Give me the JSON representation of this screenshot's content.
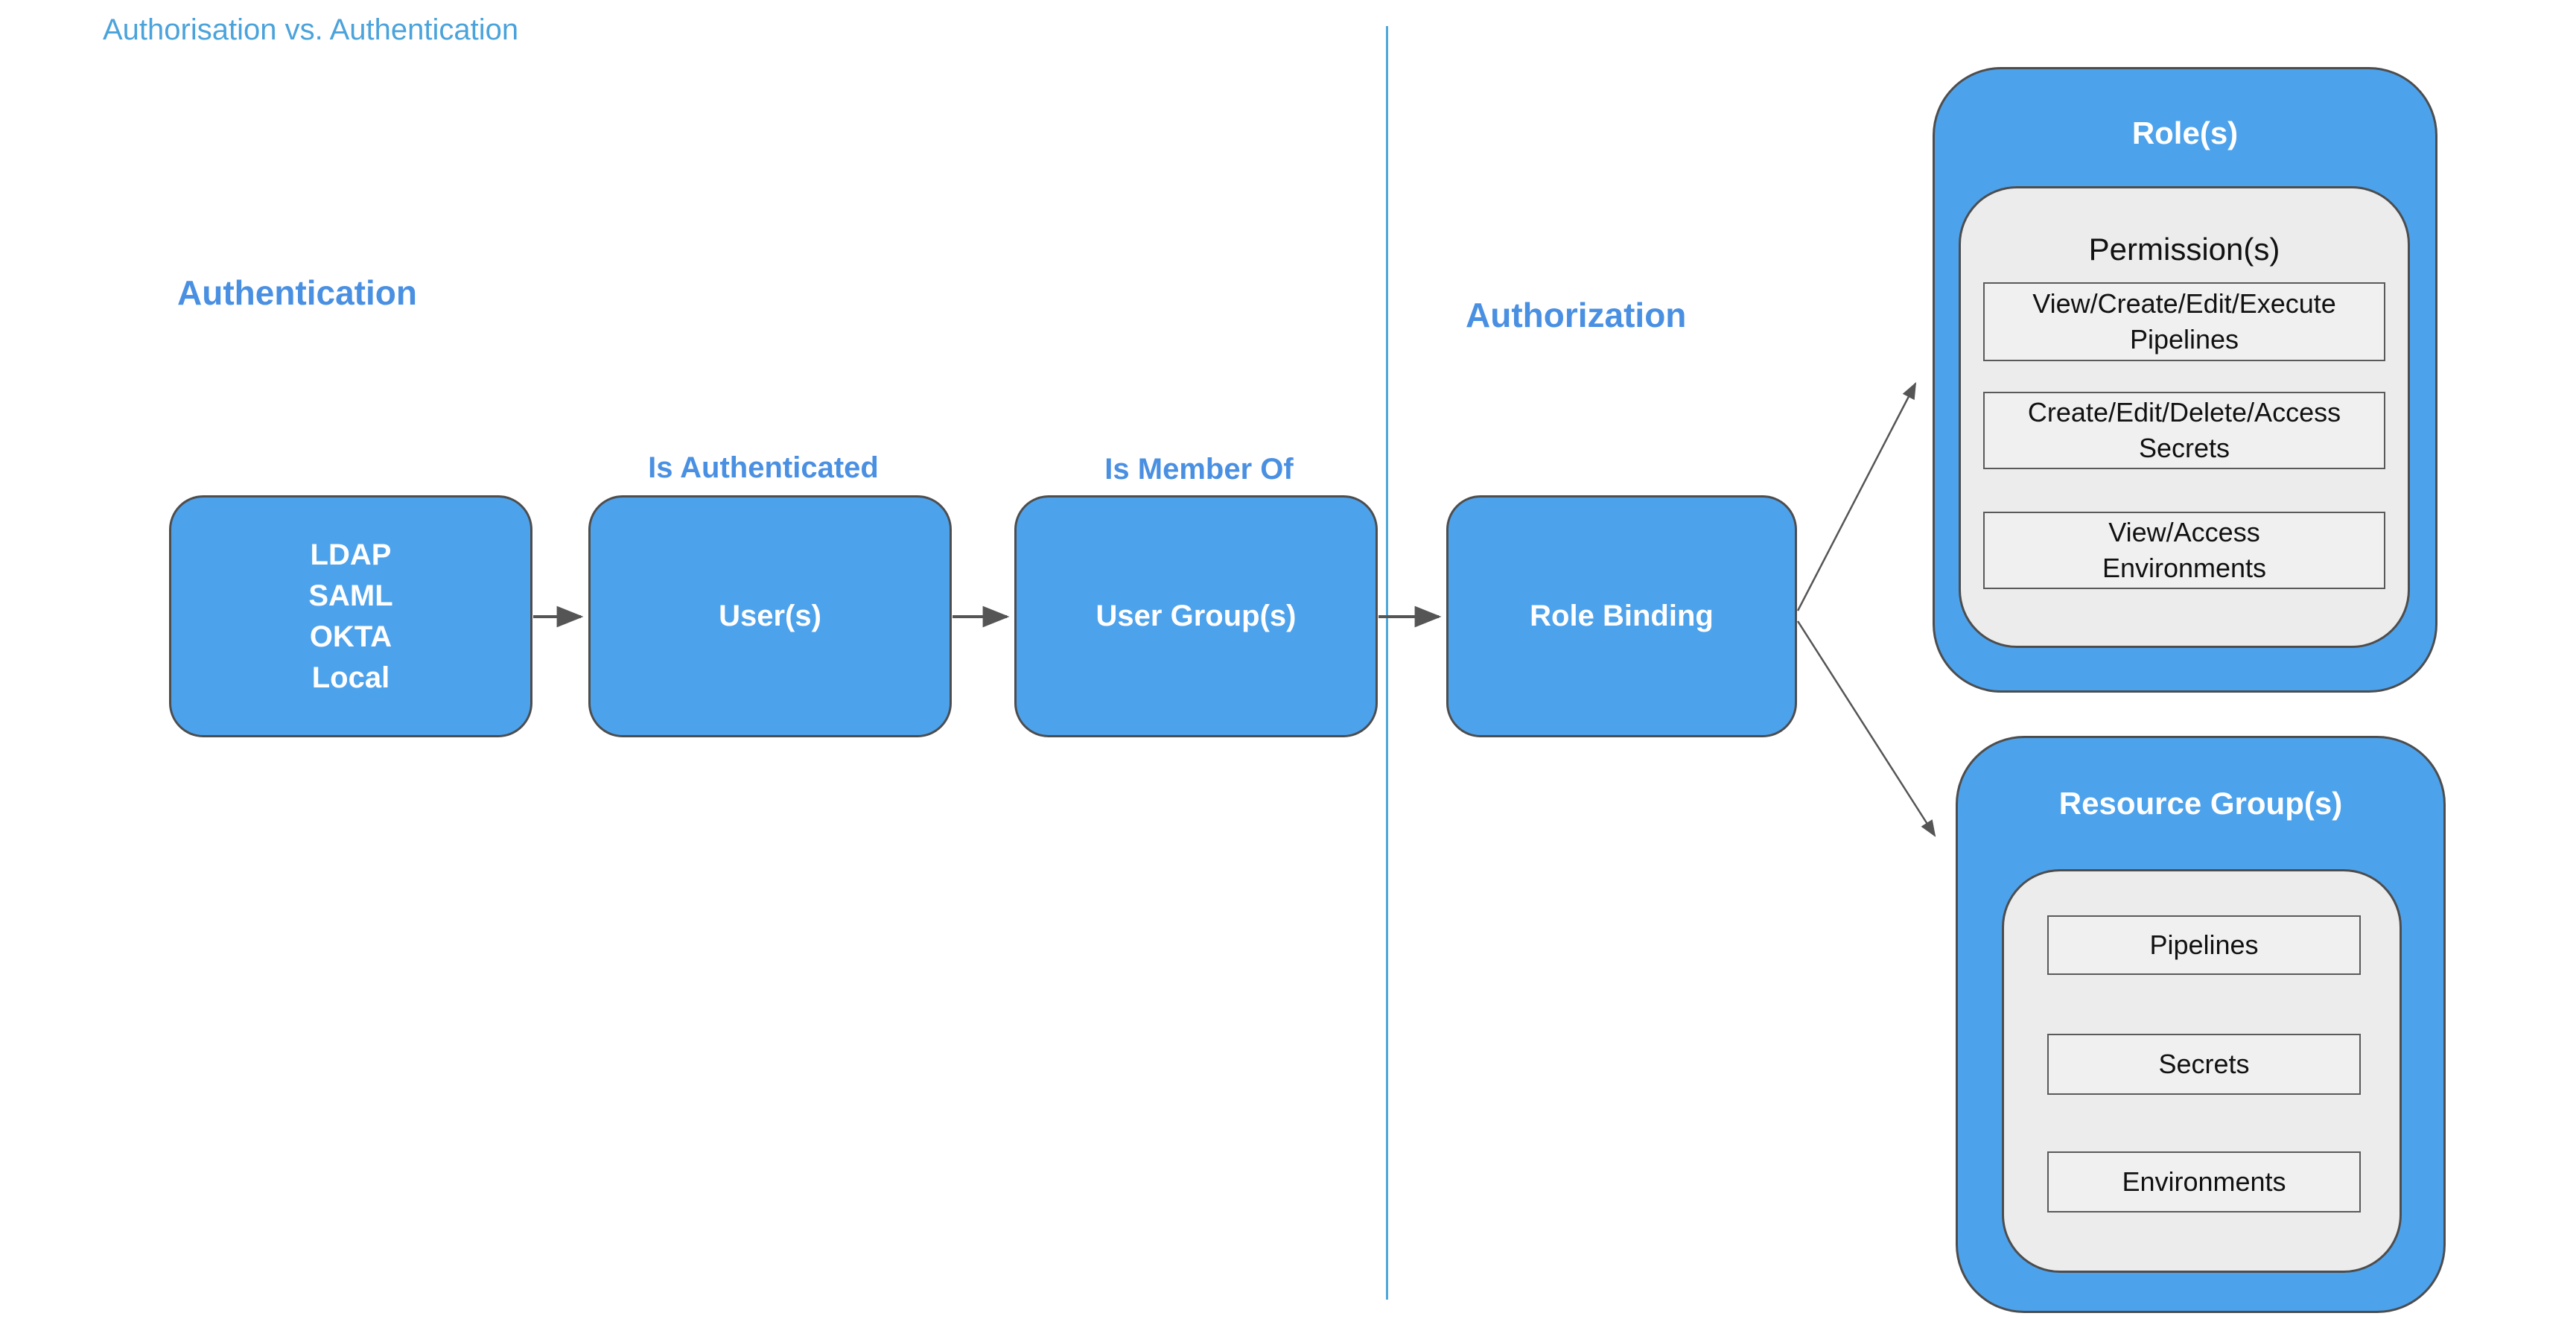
{
  "title": "Authorisation vs. Authentication",
  "colors": {
    "node_blue": "#4DA2EC",
    "divider_blue": "#4FA8DC",
    "heading_blue": "#4A90E2",
    "title_blue": "#4BA3DB",
    "panel_gray": "#ECECEC",
    "item_gray": "#F0F0F0",
    "border_dark": "#4D4D4D",
    "border_mid": "#5A5A5A",
    "arrow_gray": "#555555",
    "node_text": "#FFFFFF",
    "item_text": "#111111"
  },
  "sections": {
    "authentication_heading": "Authentication",
    "authorization_heading": "Authorization"
  },
  "flow": {
    "identity_providers": [
      "LDAP",
      "SAML",
      "OKTA",
      "Local"
    ],
    "users_label": "User(s)",
    "user_groups_label": "User Group(s)",
    "role_binding_label": "Role Binding",
    "edge_is_authenticated": "Is Authenticated",
    "edge_is_member_of": "Is Member Of"
  },
  "roles_panel": {
    "title": "Role(s)",
    "subtitle": "Permission(s)",
    "permissions": [
      "View/Create/Edit/Execute\nPipelines",
      "Create/Edit/Delete/Access\nSecrets",
      "View/Access\nEnvironments"
    ]
  },
  "resource_groups_panel": {
    "title": "Resource Group(s)",
    "resources": [
      "Pipelines",
      "Secrets",
      "Environments"
    ]
  }
}
